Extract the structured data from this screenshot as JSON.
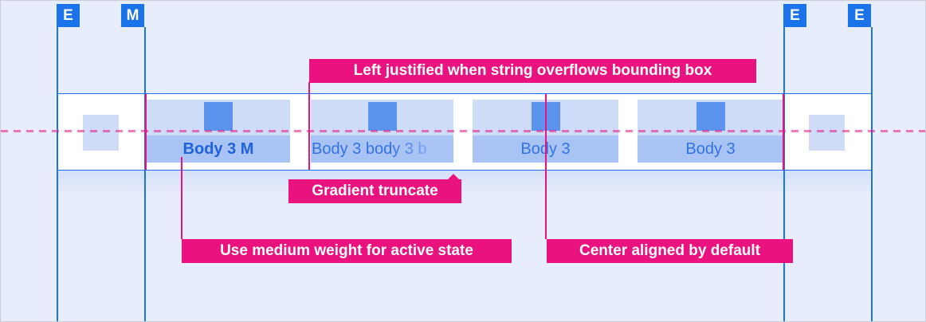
{
  "guides": {
    "markers": [
      {
        "label": "E"
      },
      {
        "label": "M"
      },
      {
        "label": "E"
      },
      {
        "label": "E"
      }
    ]
  },
  "tabbar": {
    "tabs": [
      {
        "label": "Body 3 M",
        "active": true,
        "weight": "medium",
        "align": "center"
      },
      {
        "label": "Body 3 body 3 b",
        "active": false,
        "truncation": "gradient",
        "align": "left"
      },
      {
        "label": "Body 3",
        "active": false,
        "align": "center"
      },
      {
        "label": "Body 3",
        "active": false,
        "align": "center"
      }
    ]
  },
  "annotations": {
    "left_justified": "Left justified when string overflows bounding box",
    "gradient_truncate": "Gradient truncate",
    "medium_weight": "Use medium weight for active state",
    "center_aligned": "Center aligned by default"
  },
  "colors": {
    "accent_pink": "#E9127F",
    "guide_blue": "#1A73E8",
    "tab_surface": "#CFDCF8",
    "tab_label_bg": "#A9C3F5",
    "indicator_blue": "#5B93EF",
    "tab_text_blue": "#2E6FE0",
    "canvas_bg": "#E8EDFB"
  }
}
